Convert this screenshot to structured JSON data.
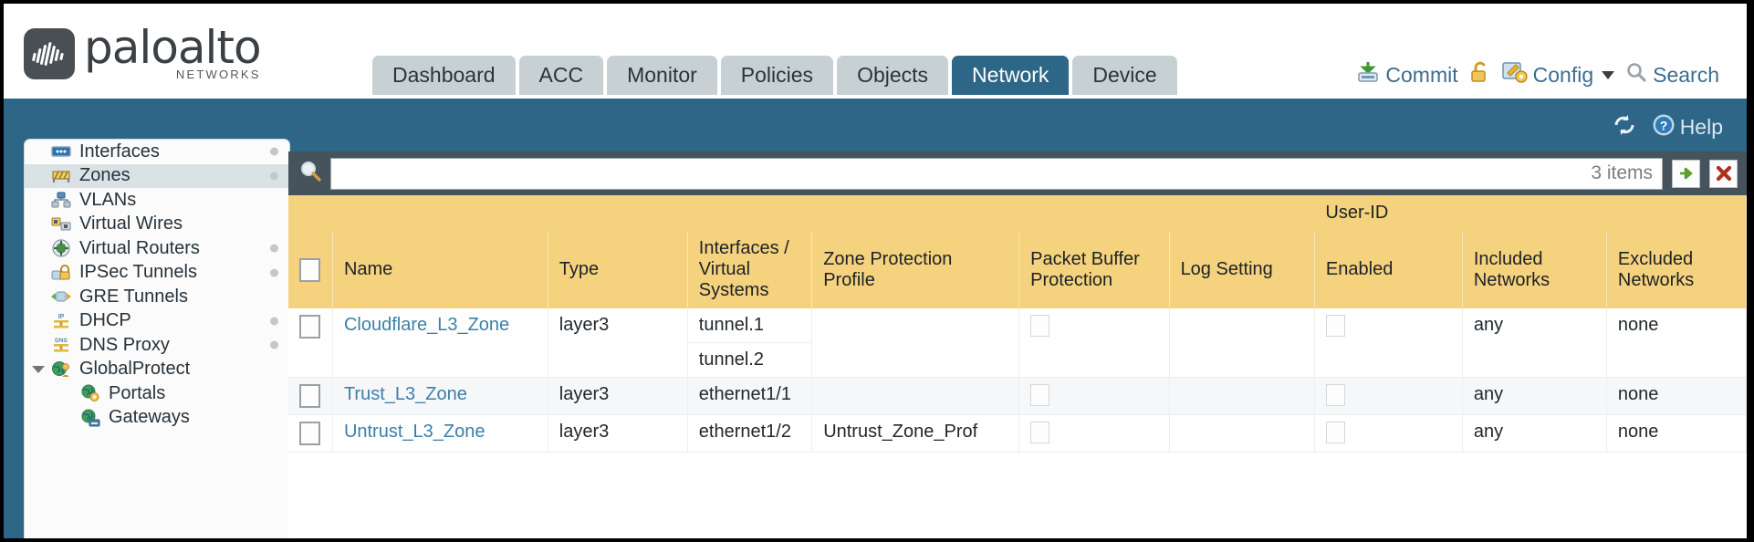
{
  "brand": {
    "name": "paloalto",
    "tagline": "NETWORKS",
    "logo_color": "#4a4f54"
  },
  "nav": {
    "tabs": [
      {
        "label": "Dashboard",
        "active": false
      },
      {
        "label": "ACC",
        "active": false
      },
      {
        "label": "Monitor",
        "active": false
      },
      {
        "label": "Policies",
        "active": false
      },
      {
        "label": "Objects",
        "active": false
      },
      {
        "label": "Network",
        "active": true
      },
      {
        "label": "Device",
        "active": false
      }
    ],
    "active_color": "#2e6687",
    "tab_color": "#c7d1d3"
  },
  "top_actions": {
    "commit": "Commit",
    "lock": "",
    "config": "Config",
    "search": "Search"
  },
  "banner": {
    "refresh": "",
    "help": "Help"
  },
  "sidebar": {
    "items": [
      {
        "label": "Interfaces",
        "icon": "interfaces-icon",
        "selected": false,
        "dot": true,
        "child": false,
        "expander": false
      },
      {
        "label": "Zones",
        "icon": "zones-icon",
        "selected": true,
        "dot": true,
        "child": false,
        "expander": false
      },
      {
        "label": "VLANs",
        "icon": "vlans-icon",
        "selected": false,
        "dot": false,
        "child": false,
        "expander": false
      },
      {
        "label": "Virtual Wires",
        "icon": "virtual-wires-icon",
        "selected": false,
        "dot": false,
        "child": false,
        "expander": false
      },
      {
        "label": "Virtual Routers",
        "icon": "virtual-routers-icon",
        "selected": false,
        "dot": true,
        "child": false,
        "expander": false
      },
      {
        "label": "IPSec Tunnels",
        "icon": "ipsec-tunnels-icon",
        "selected": false,
        "dot": true,
        "child": false,
        "expander": false
      },
      {
        "label": "GRE Tunnels",
        "icon": "gre-tunnels-icon",
        "selected": false,
        "dot": false,
        "child": false,
        "expander": false
      },
      {
        "label": "DHCP",
        "icon": "dhcp-icon",
        "selected": false,
        "dot": true,
        "child": false,
        "expander": false
      },
      {
        "label": "DNS Proxy",
        "icon": "dns-proxy-icon",
        "selected": false,
        "dot": true,
        "child": false,
        "expander": false
      },
      {
        "label": "GlobalProtect",
        "icon": "globalprotect-icon",
        "selected": false,
        "dot": false,
        "child": false,
        "expander": true
      },
      {
        "label": "Portals",
        "icon": "portals-icon",
        "selected": false,
        "dot": false,
        "child": true,
        "expander": false
      },
      {
        "label": "Gateways",
        "icon": "gateways-icon",
        "selected": false,
        "dot": false,
        "child": true,
        "expander": false
      }
    ]
  },
  "search": {
    "value": "",
    "placeholder": "",
    "item_count": "3 items",
    "apply_icon": "green-arrow-icon",
    "clear_icon": "red-x-icon"
  },
  "table": {
    "group_header": "User-ID",
    "columns": [
      "Name",
      "Type",
      "Interfaces / Virtual Systems",
      "Zone Protection Profile",
      "Packet Buffer Protection",
      "Log Setting",
      "Enabled",
      "Included Networks",
      "Excluded Networks"
    ],
    "rows": [
      {
        "selected": false,
        "name": "Cloudflare_L3_Zone",
        "type": "layer3",
        "interfaces": [
          "tunnel.1",
          "tunnel.2"
        ],
        "zone_protection_profile": "",
        "packet_buffer_protection": false,
        "log_setting": "",
        "userid_enabled": false,
        "included_networks": "any",
        "excluded_networks": "none"
      },
      {
        "selected": false,
        "name": "Trust_L3_Zone",
        "type": "layer3",
        "interfaces": [
          "ethernet1/1"
        ],
        "zone_protection_profile": "",
        "packet_buffer_protection": false,
        "log_setting": "",
        "userid_enabled": false,
        "included_networks": "any",
        "excluded_networks": "none"
      },
      {
        "selected": false,
        "name": "Untrust_L3_Zone",
        "type": "layer3",
        "interfaces": [
          "ethernet1/2"
        ],
        "zone_protection_profile": "Untrust_Zone_Prof",
        "packet_buffer_protection": false,
        "log_setting": "",
        "userid_enabled": false,
        "included_networks": "any",
        "excluded_networks": "none"
      }
    ]
  },
  "colors": {
    "header_gold": "#f5d27e",
    "group_gold": "#e3b954",
    "panel_blue": "#2e6687",
    "link_blue": "#3b7fa8"
  }
}
